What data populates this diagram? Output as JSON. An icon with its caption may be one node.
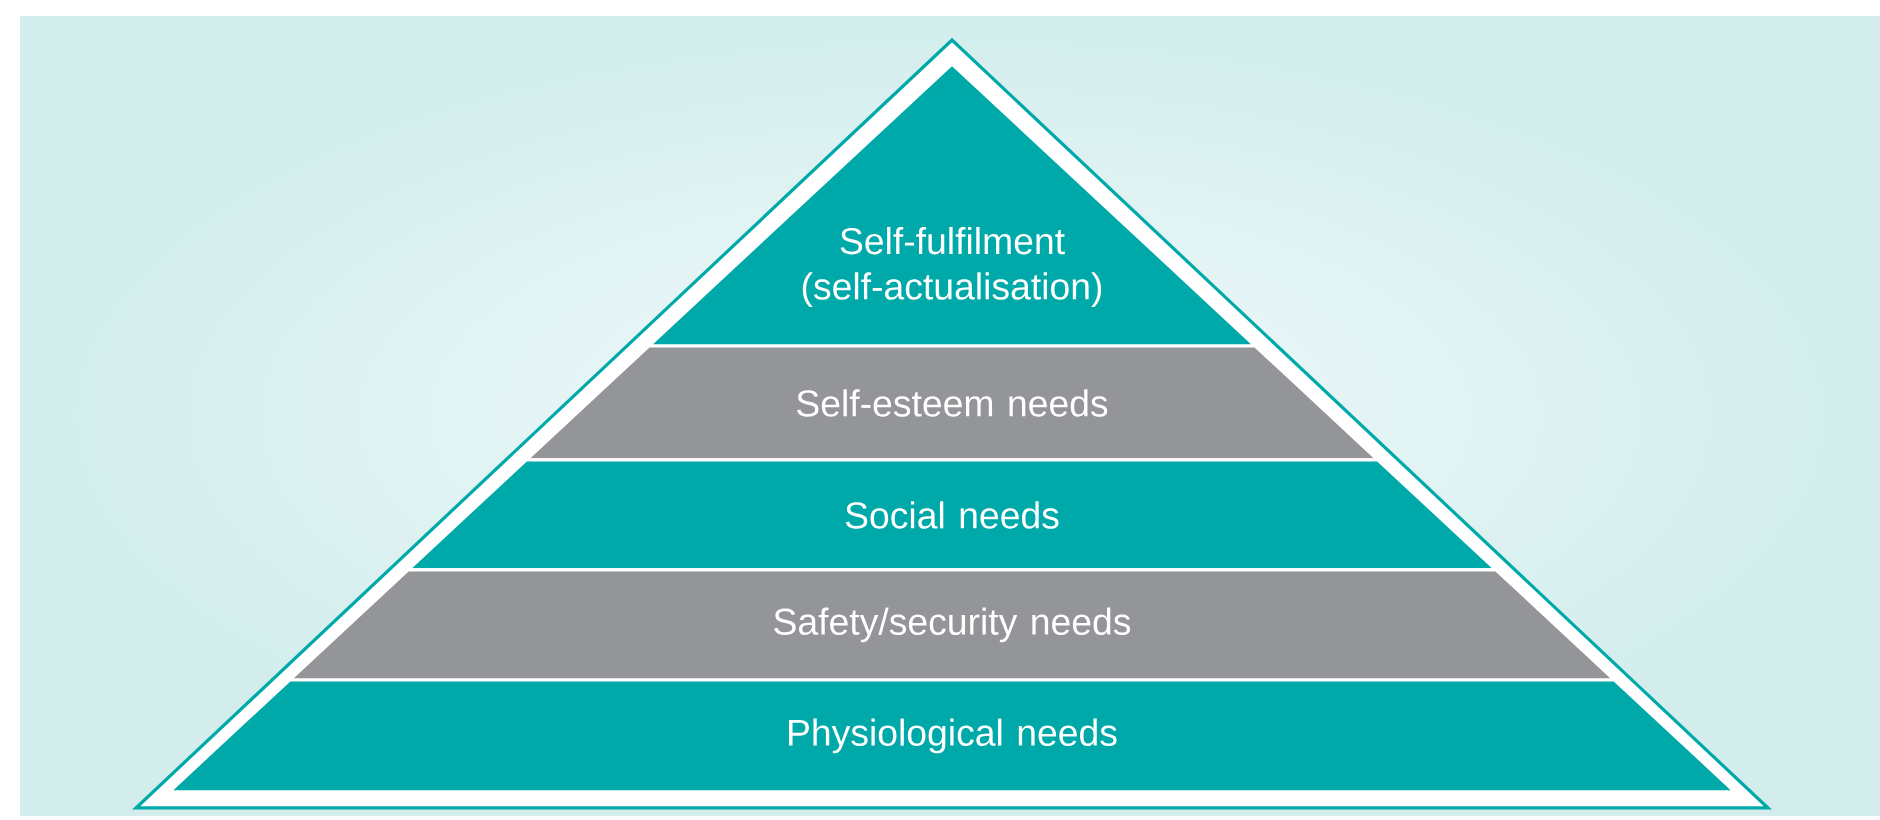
{
  "diagram": {
    "nodes": [
      {
        "text": [
          "Self-fulfilment (self-actualisation)"
        ]
      },
      {
        "text": [
          "Self-esteem needs"
        ]
      },
      {
        "text": [
          "Social needs"
        ]
      },
      {
        "text": [
          "Safety/security needs"
        ]
      },
      {
        "text": [
          "Physiological needs"
        ]
      }
    ]
  }
}
